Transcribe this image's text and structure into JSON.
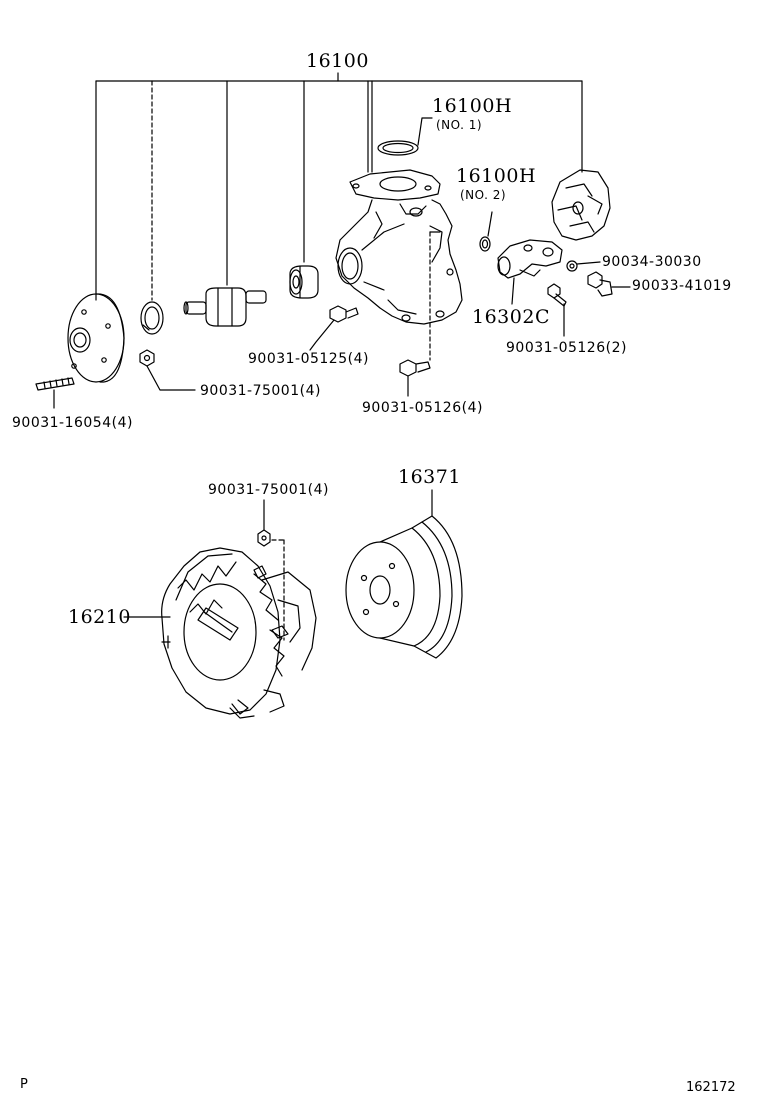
{
  "diagram": {
    "labels": {
      "p16100": "16100",
      "p16100h1": "16100H",
      "no1": "(NO. 1)",
      "p16100h2": "16100H",
      "no2": "(NO. 2)",
      "p90034": "90034-30030",
      "p90033": "90033-41019",
      "p16302c": "16302C",
      "p90031_05125": "90031-05125(4)",
      "p90031_05126_2": "90031-05126(2)",
      "p90031_75001_a": "90031-75001(4)",
      "p90031_05126_4": "90031-05126(4)",
      "p90031_16054": "90031-16054(4)",
      "p90031_75001_b": "90031-75001(4)",
      "p16371": "16371",
      "p16210": "16210"
    },
    "corner_left": "P",
    "corner_right": "162172"
  }
}
